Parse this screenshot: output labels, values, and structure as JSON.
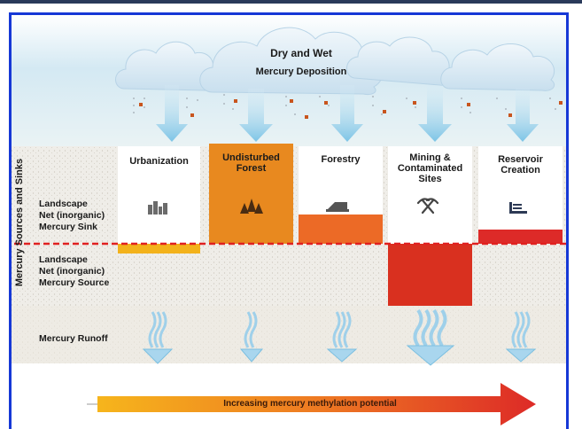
{
  "cloud_label": {
    "line1": "Dry and Wet",
    "line2": "Mercury Deposition"
  },
  "side_axis_label": "Mercury Sources and Sinks",
  "row_labels": {
    "sink": {
      "line1": "Landscape",
      "line2": "Net (inorganic)",
      "line3": "Mercury Sink"
    },
    "source": {
      "line1": "Landscape",
      "line2": "Net (inorganic)",
      "line3": "Mercury Source"
    },
    "runoff": "Mercury Runoff"
  },
  "columns": [
    {
      "label_lines": [
        "Urbanization"
      ],
      "icon": "city-buildings-icon",
      "net_sink_level": 0,
      "net_source_level": 0.1
    },
    {
      "label_lines": [
        "Undisturbed",
        "Forest"
      ],
      "icon": "trees-icon",
      "net_sink_level": 1.0,
      "net_source_level": 0
    },
    {
      "label_lines": [
        "Forestry"
      ],
      "icon": "logging-truck-icon",
      "net_sink_level": 0.3,
      "net_source_level": 0
    },
    {
      "label_lines": [
        "Mining &",
        "Contaminated",
        "Sites"
      ],
      "icon": "pickaxe-icon",
      "net_sink_level": 0,
      "net_source_level": 0.82
    },
    {
      "label_lines": [
        "Reservoir",
        "Creation"
      ],
      "icon": "dam-icon",
      "net_sink_level": 0.15,
      "net_source_level": 0
    }
  ],
  "bottom_arrow_label": "Increasing mercury methylation potential",
  "colors": {
    "frame_blue": "#1638d6",
    "forest_orange": "#e8891f",
    "forestry_orange": "#ec6a26",
    "mining_red": "#d9301f",
    "reservoir_red": "#dd2a28",
    "urban_yellow": "#f3b21b",
    "cloud": "#dbeaf5",
    "dashed_line": "#e02020"
  }
}
